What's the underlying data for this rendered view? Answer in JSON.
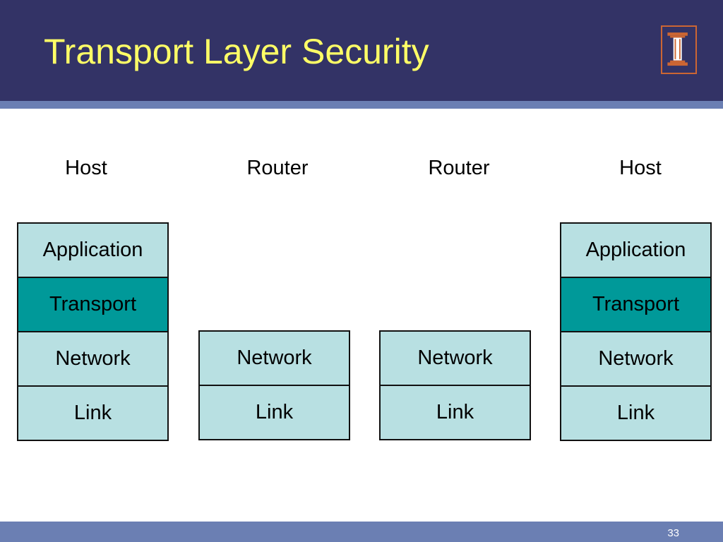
{
  "slide": {
    "title": "Transport Layer Security",
    "page_number": "33"
  },
  "nodes": [
    {
      "label": "Host",
      "layers": [
        "Application",
        "Transport",
        "Network",
        "Link"
      ]
    },
    {
      "label": "Router",
      "layers": [
        "Network",
        "Link"
      ]
    },
    {
      "label": "Router",
      "layers": [
        "Network",
        "Link"
      ]
    },
    {
      "label": "Host",
      "layers": [
        "Application",
        "Transport",
        "Network",
        "Link"
      ]
    }
  ],
  "highlighted_layer": "Transport",
  "colors": {
    "header_bg": "#333366",
    "title_text": "#ffff66",
    "accent_rule": "#6b7fb3",
    "layer_fill": "#b8e0e2",
    "highlight_fill": "#009999",
    "logo_accent": "#cc6633"
  },
  "logo": {
    "icon": "university-i-logo"
  }
}
